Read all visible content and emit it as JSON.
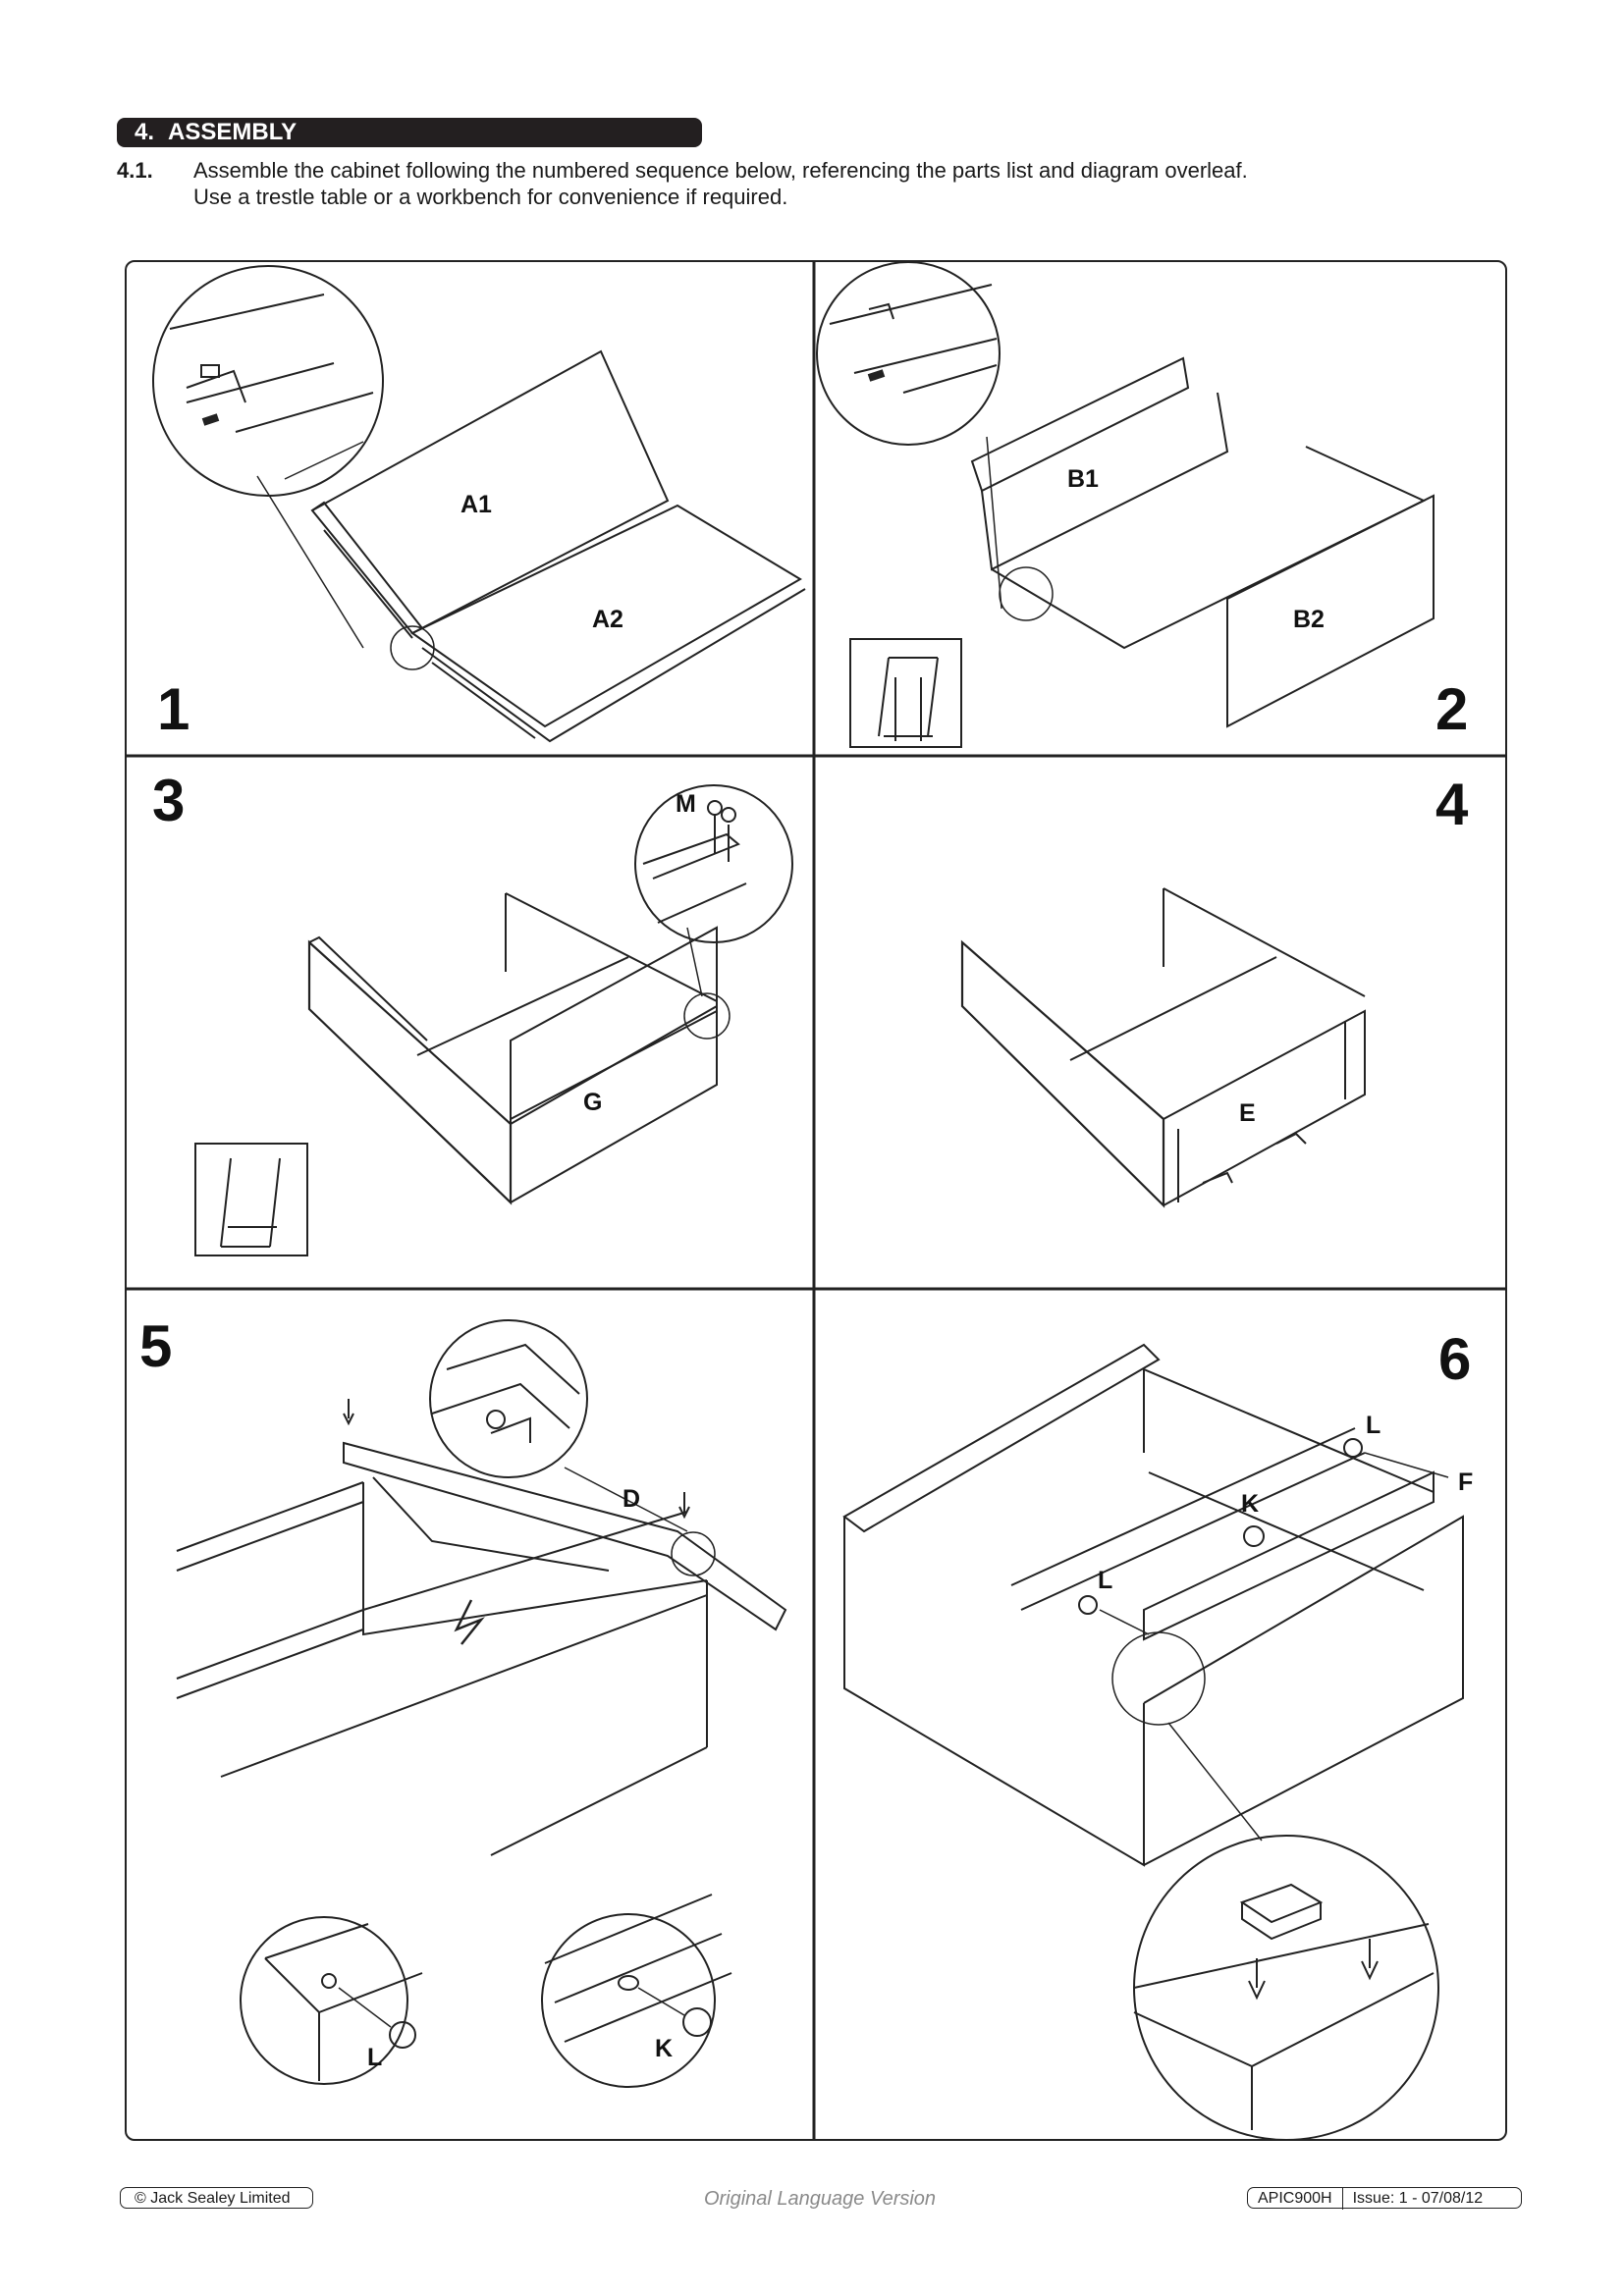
{
  "section": {
    "number": "4.",
    "title": "ASSEMBLY"
  },
  "instruction": {
    "number": "4.1.",
    "line1": "Assemble the cabinet following the numbered sequence below, referencing the parts list and diagram overleaf.",
    "line2": "Use a trestle table or a workbench for convenience if required."
  },
  "steps": [
    {
      "number": "1",
      "labels": [
        "A1",
        "A2"
      ]
    },
    {
      "number": "2",
      "labels": [
        "B1",
        "B2"
      ]
    },
    {
      "number": "3",
      "labels": [
        "M",
        "G"
      ]
    },
    {
      "number": "4",
      "labels": [
        "E"
      ]
    },
    {
      "number": "5",
      "labels": [
        "D",
        "L",
        "K"
      ]
    },
    {
      "number": "6",
      "labels": [
        "L",
        "F",
        "K",
        "L"
      ]
    }
  ],
  "footer": {
    "copyright": "© Jack Sealey Limited",
    "center": "Original Language Version",
    "model": "APIC900H",
    "issue": "Issue: 1 - 07/08/12"
  }
}
